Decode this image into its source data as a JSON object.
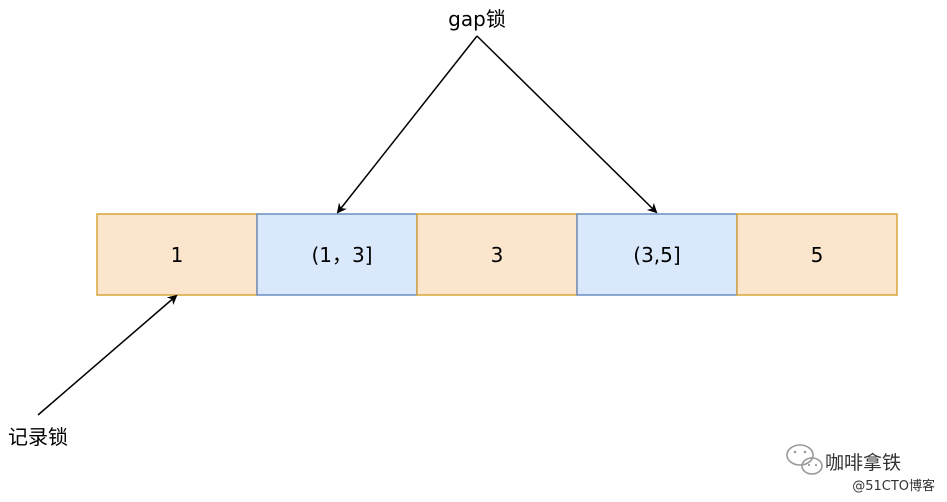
{
  "cells": [
    {
      "label": "1",
      "kind": "record"
    },
    {
      "label": "(1，3]",
      "kind": "gap"
    },
    {
      "label": "3",
      "kind": "record"
    },
    {
      "label": "(3,5]",
      "kind": "gap"
    },
    {
      "label": "5",
      "kind": "record"
    }
  ],
  "labels": {
    "gap_lock": "gap锁",
    "record_lock": "记录锁"
  },
  "watermark": {
    "name": "咖啡拿铁",
    "source": "@51CTO博客"
  },
  "colors": {
    "record_fill": "#fce5cd",
    "record_stroke": "#d6a53a",
    "gap_fill": "#dae8fc",
    "gap_stroke": "#6c8ebf",
    "arrow": "#000000"
  }
}
